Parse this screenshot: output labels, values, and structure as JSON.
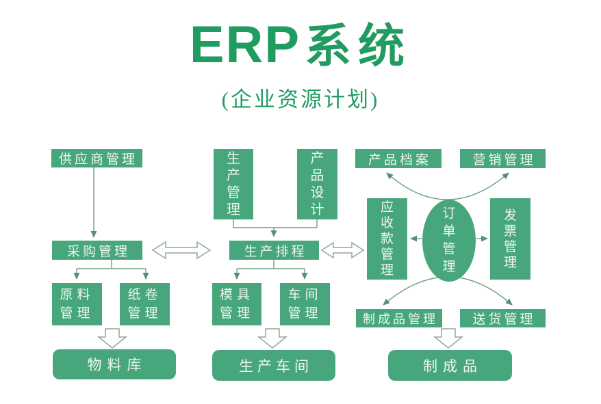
{
  "header": {
    "title_en": "ERP",
    "title_cn": "系统",
    "subtitle": "(企业资源计划)"
  },
  "nodes": {
    "supplier": "供应商管理",
    "purchasing": "采购管理",
    "raw_material": "原料管理",
    "paper_roll": "纸卷管理",
    "material_store": "物料库",
    "production_mgmt": "生产管理",
    "product_design": "产品设计",
    "scheduling": "生产排程",
    "mold_mgmt": "模具管理",
    "workshop_mgmt": "车间管理",
    "production_workshop": "生产车间",
    "product_archive": "产品档案",
    "marketing_mgmt": "营销管理",
    "receivables_mgmt": "应收款管理",
    "order_mgmt": "订单管理",
    "invoice_mgmt": "发票管理",
    "finished_goods_mgmt": "制成品管理",
    "delivery_mgmt": "送货管理",
    "finished_goods": "制成品"
  },
  "colors": {
    "box_green": "#48a67c",
    "title_green": "#219c60",
    "connector_line": "#6f9d86",
    "arrowhead": "#55917a",
    "outline_arrow_stroke": "#8fa89b",
    "node_text": "#eef7f1"
  }
}
